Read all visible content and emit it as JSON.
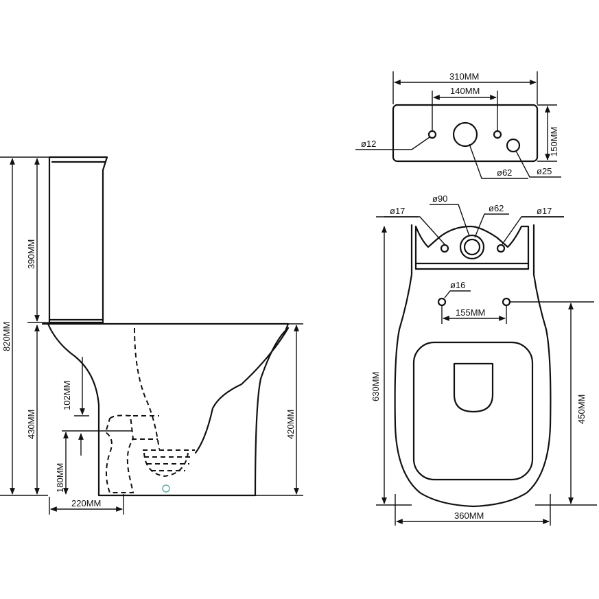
{
  "side_view": {
    "total_height": "820MM",
    "tank_height": "390MM",
    "bowl_height": "430MM",
    "rim_height": "420MM",
    "outlet_offset": "102MM",
    "outlet_height": "180MM",
    "outlet_distance": "220MM"
  },
  "tank_top_view": {
    "width": "310MM",
    "hole_spacing": "140MM",
    "depth": "150MM",
    "small_hole": "12",
    "flush_hole": "62",
    "inlet_hole": "25"
  },
  "bowl_top_view": {
    "left_hole": "17",
    "center_hole": "90",
    "flush_hole": "62",
    "right_hole": "17",
    "seat_hole": "16",
    "seat_hole_spacing": "155MM",
    "length": "630MM",
    "seat_to_front": "450MM",
    "width": "360MM"
  },
  "diameter_symbol": "ø"
}
